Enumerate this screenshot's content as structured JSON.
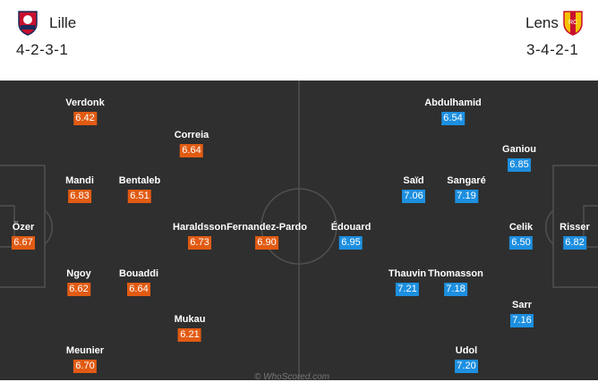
{
  "home": {
    "name": "Lille",
    "formation": "4-2-3-1",
    "crest_icon": "lille-crest-icon",
    "rating_color": "#e15b13",
    "players": [
      {
        "name": "Verdonk",
        "rating": "6.42"
      },
      {
        "name": "Correia",
        "rating": "6.64"
      },
      {
        "name": "Mandi",
        "rating": "6.83"
      },
      {
        "name": "Bentaleb",
        "rating": "6.51"
      },
      {
        "name": "Özer",
        "rating": "6.67"
      },
      {
        "name": "Haraldsson",
        "rating": "6.73"
      },
      {
        "name": "Fernandez-Pardo",
        "rating": "6.90"
      },
      {
        "name": "Ngoy",
        "rating": "6.62"
      },
      {
        "name": "Bouaddi",
        "rating": "6.64"
      },
      {
        "name": "Mukau",
        "rating": "6.21"
      },
      {
        "name": "Meunier",
        "rating": "6.70"
      }
    ]
  },
  "away": {
    "name": "Lens",
    "formation": "3-4-2-1",
    "crest_icon": "lens-crest-icon",
    "rating_color": "#1d8fe0",
    "players": [
      {
        "name": "Abdulhamid",
        "rating": "6.54"
      },
      {
        "name": "Ganiou",
        "rating": "6.85"
      },
      {
        "name": "Saïd",
        "rating": "7.06"
      },
      {
        "name": "Sangaré",
        "rating": "7.19"
      },
      {
        "name": "Édouard",
        "rating": "6.95"
      },
      {
        "name": "Celik",
        "rating": "6.50"
      },
      {
        "name": "Risser",
        "rating": "6.82"
      },
      {
        "name": "Thauvin",
        "rating": "7.21"
      },
      {
        "name": "Thomasson",
        "rating": "7.18"
      },
      {
        "name": "Sarr",
        "rating": "7.16"
      },
      {
        "name": "Udol",
        "rating": "7.20"
      }
    ]
  },
  "pitch": {
    "background": "#2f2f2f",
    "line_color": "#505050"
  },
  "watermark": "© WhoScored.com"
}
